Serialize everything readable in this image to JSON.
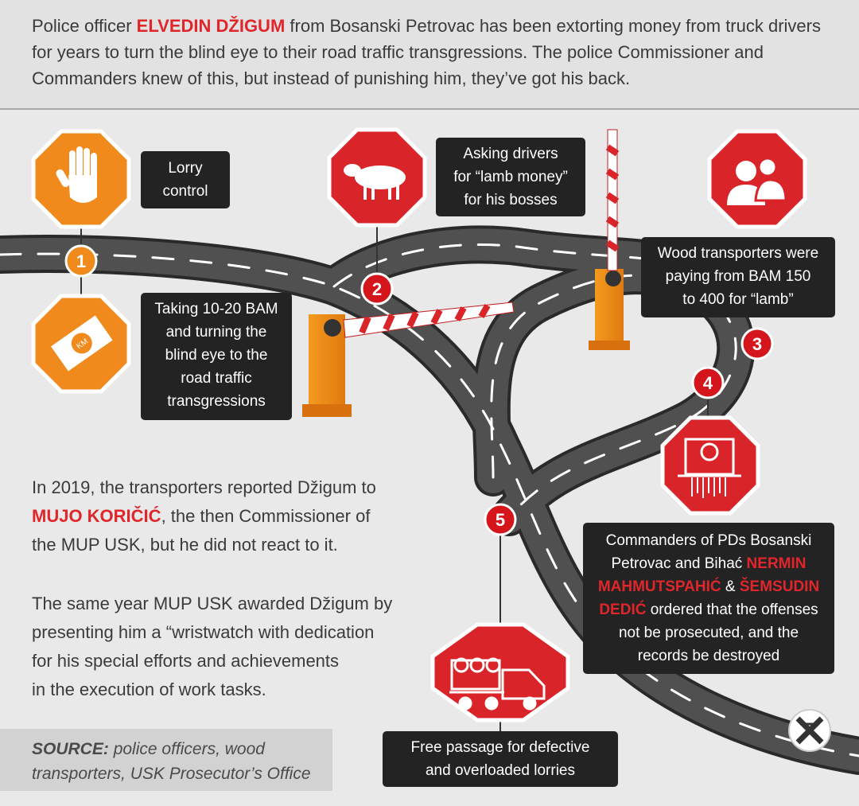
{
  "header": {
    "part1": "Police officer",
    "name": "ELVEDIN DŽIGUM",
    "part2": "from Bosanski Petrovac has been extorting money from truck drivers for years to turn the blind eye to their road traffic transgressions. The police Commissioner and Commanders knew of this, but instead of punishing him, they’ve got his back."
  },
  "steps": [
    {
      "number": "1",
      "icon": "stop-hand-icon",
      "box_lines": [
        "Lorry",
        "control"
      ]
    },
    {
      "number": "1",
      "icon": "banknote-km-icon",
      "box_lines": [
        "Taking 10-20 BAM",
        "and turning the",
        "blind eye to the",
        "road traffic",
        "transgressions"
      ]
    },
    {
      "number": "2",
      "icon": "sheep-icon",
      "box_lines": [
        "Asking drivers",
        "for “lamb money”",
        "for his bosses"
      ]
    },
    {
      "number": "3",
      "icon": "people-icon",
      "box_lines": [
        "Wood transporters were",
        "paying from BAM 150",
        "to 400 for “lamb”"
      ]
    },
    {
      "number": "4",
      "icon": "shredder-icon"
    },
    {
      "number": "5",
      "icon": "log-truck-icon",
      "box_lines": [
        "Free passage for defective",
        "and overloaded lorries"
      ]
    }
  ],
  "commanders": {
    "line1": "Commanders of PDs Bosanski",
    "line2a": "Petrovac and Bihać",
    "name1a": "NERMIN",
    "name1b": "MAHMUTSPAHIĆ",
    "amp": "&",
    "name2a": "ŠEMSUDIN",
    "name2b": "DEDIĆ",
    "line3": "ordered that the offenses",
    "line4": "not be prosecuted, and the",
    "line5": "records be destroyed"
  },
  "paragraph1": {
    "part1": "In 2019, the transporters reported Džigum to",
    "name": "MUJO KORIČIĆ",
    "part2": ", the then Commissioner of",
    "part3": "the MUP USK, but he did not react to it."
  },
  "paragraph2": [
    "The same year MUP USK awarded Džigum by",
    "presenting him a “wristwatch with dedication",
    "for his special efforts and achievements",
    "in the execution of work tasks."
  ],
  "source": {
    "label": "SOURCE:",
    "text1": "police officers, wood",
    "text2": "transporters, USK Prosecutor’s Office"
  },
  "logo": {
    "icon": "x-logo-icon"
  },
  "colors": {
    "sign_orange": "#f08a1c",
    "sign_red": "#d9252a",
    "marker_red": "#d4161c",
    "road": "#4a4a4a",
    "box": "#232323"
  }
}
